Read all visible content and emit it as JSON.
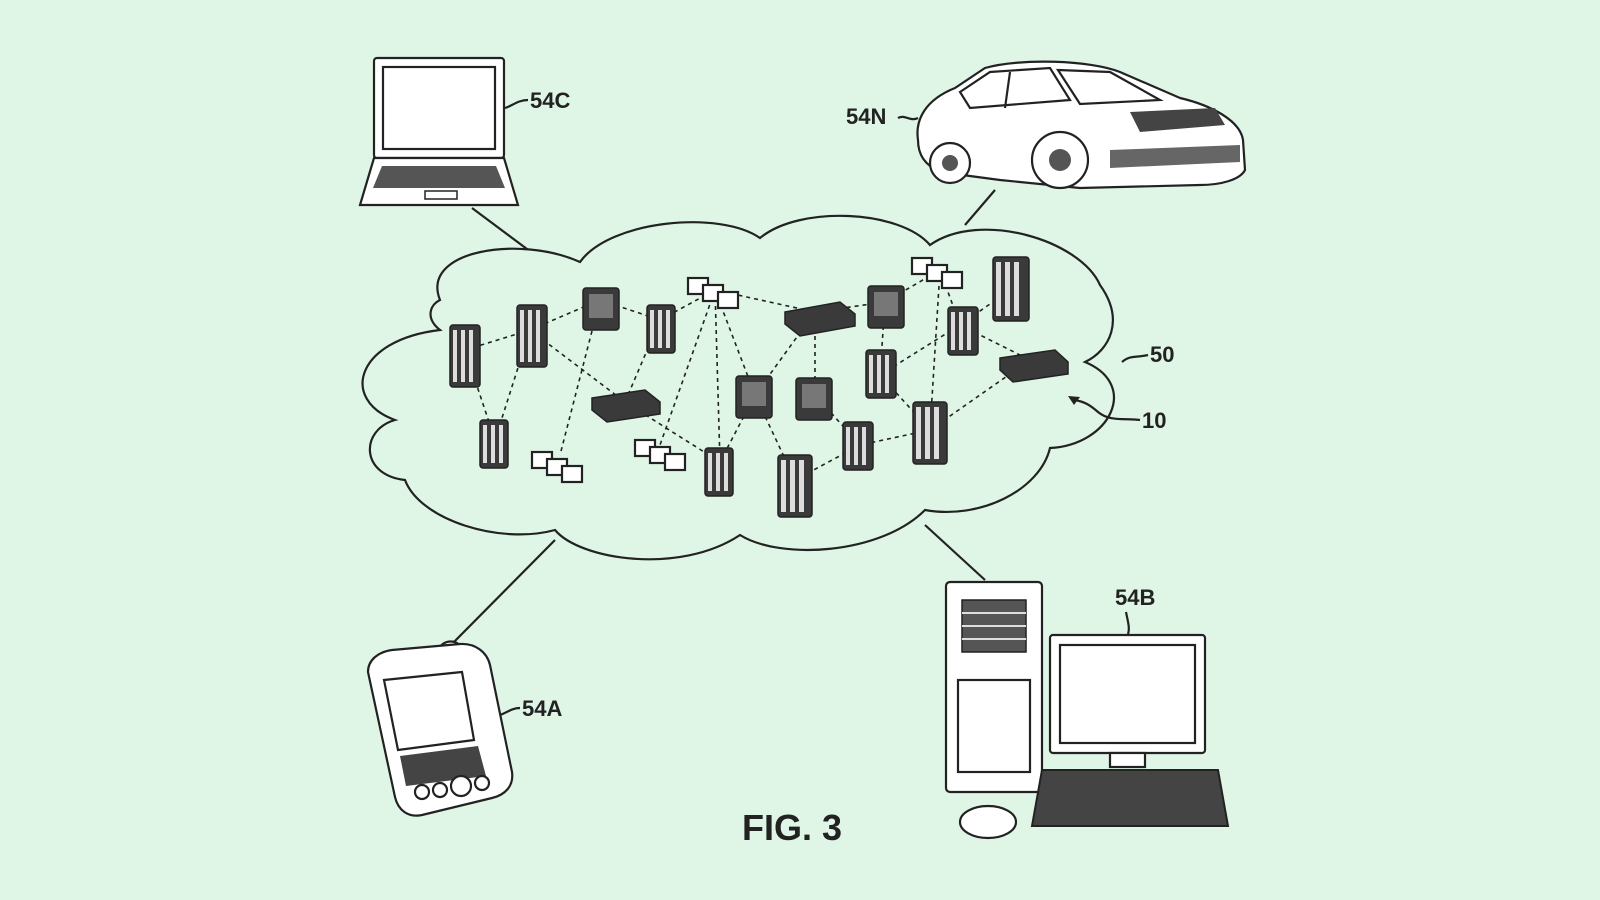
{
  "figure": {
    "caption": "FIG. 3",
    "labels": {
      "laptop": "54C",
      "car": "54N",
      "pda": "54A",
      "desktop": "54B",
      "cloud": "50",
      "node": "10"
    }
  },
  "colors": {
    "background": "#dff5e6",
    "ink": "#222222"
  }
}
